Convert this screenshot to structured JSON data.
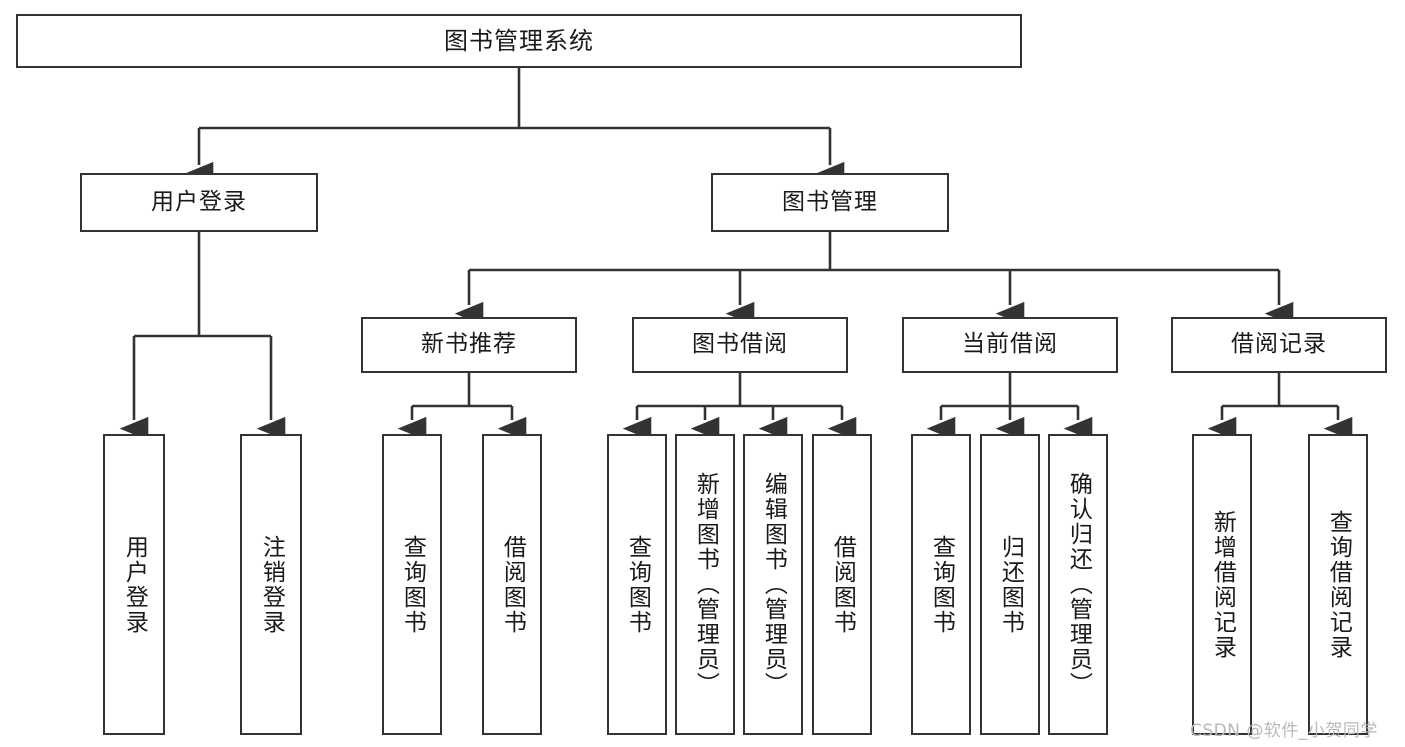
{
  "diagram": {
    "type": "tree-hierarchy",
    "title": "图书管理系统",
    "root": {
      "id": "root",
      "label": "图书管理系统",
      "orientation": "horizontal"
    },
    "level1": [
      {
        "id": "user-login",
        "label": "用户登录",
        "orientation": "horizontal"
      },
      {
        "id": "book-manage",
        "label": "图书管理",
        "orientation": "horizontal"
      }
    ],
    "level2": [
      {
        "id": "new-book-recommend",
        "label": "新书推荐",
        "parent": "book-manage",
        "orientation": "horizontal"
      },
      {
        "id": "book-borrow",
        "label": "图书借阅",
        "parent": "book-manage",
        "orientation": "horizontal"
      },
      {
        "id": "current-borrow",
        "label": "当前借阅",
        "parent": "book-manage",
        "orientation": "horizontal"
      },
      {
        "id": "borrow-record",
        "label": "借阅记录",
        "parent": "book-manage",
        "orientation": "horizontal"
      }
    ],
    "leaves": [
      {
        "id": "leaf-user-login",
        "label": "用户登录",
        "parent": "user-login",
        "orientation": "vertical"
      },
      {
        "id": "leaf-user-logout",
        "label": "注销登录",
        "parent": "user-login",
        "orientation": "vertical"
      },
      {
        "id": "leaf-query-book-1",
        "label": "查询图书",
        "parent": "new-book-recommend",
        "orientation": "vertical"
      },
      {
        "id": "leaf-borrow-book-1",
        "label": "借阅图书",
        "parent": "new-book-recommend",
        "orientation": "vertical"
      },
      {
        "id": "leaf-query-book-2",
        "label": "查询图书",
        "parent": "book-borrow",
        "orientation": "vertical"
      },
      {
        "id": "leaf-add-book",
        "label": "新增图书（管理员）",
        "parent": "book-borrow",
        "orientation": "vertical"
      },
      {
        "id": "leaf-edit-book",
        "label": "编辑图书（管理员）",
        "parent": "book-borrow",
        "orientation": "vertical"
      },
      {
        "id": "leaf-borrow-book-2",
        "label": "借阅图书",
        "parent": "book-borrow",
        "orientation": "vertical"
      },
      {
        "id": "leaf-query-book-3",
        "label": "查询图书",
        "parent": "current-borrow",
        "orientation": "vertical"
      },
      {
        "id": "leaf-return-book",
        "label": "归还图书",
        "parent": "current-borrow",
        "orientation": "vertical"
      },
      {
        "id": "leaf-confirm-return",
        "label": "确认归还（管理员）",
        "parent": "current-borrow",
        "orientation": "vertical"
      },
      {
        "id": "leaf-add-record",
        "label": "新增借阅记录",
        "parent": "borrow-record",
        "orientation": "vertical"
      },
      {
        "id": "leaf-query-record",
        "label": "查询借阅记录",
        "parent": "borrow-record",
        "orientation": "vertical"
      }
    ],
    "colors": {
      "stroke": "#333333",
      "fill": "#ffffff",
      "text": "#1a1a1a",
      "watermark": "#b9b9b9"
    }
  },
  "watermark": {
    "text": "CSDN @软件_小贺同学"
  }
}
